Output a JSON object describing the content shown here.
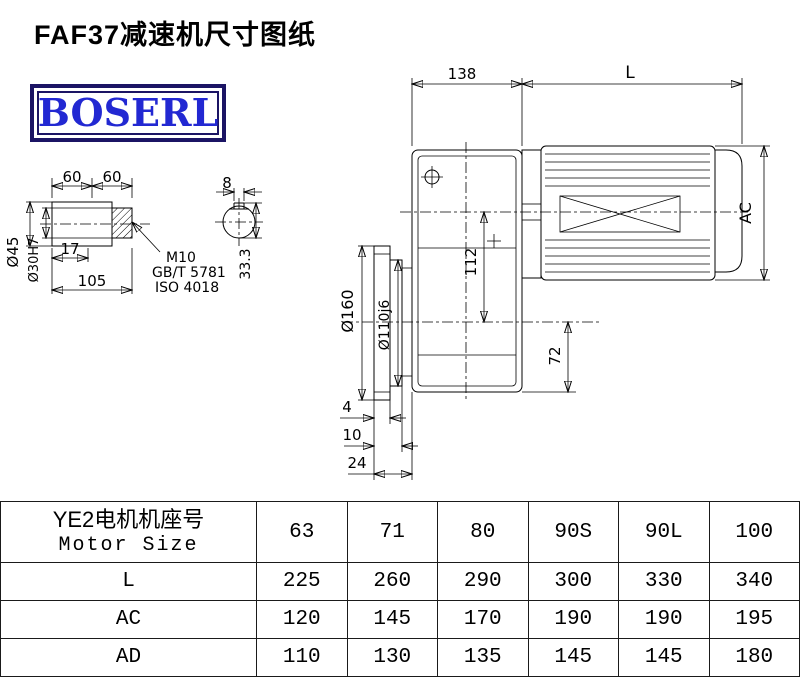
{
  "page": {
    "title": "FAF37减速机尺寸图纸",
    "brand": "BOSERL"
  },
  "drawing": {
    "top": {
      "d138": "138",
      "L": "L",
      "AC": "AC"
    },
    "main": {
      "d112": "112",
      "d72": "72",
      "d160": "Ø160",
      "d110": "Ø110j6",
      "d4": "4",
      "d10": "10",
      "d24": "24"
    },
    "shaft": {
      "d60a": "60",
      "d60b": "60",
      "d17": "17",
      "d105": "105",
      "d45": "Ø45",
      "d30": "Ø30H7",
      "m10": "M10",
      "gb": "GB/T 5781",
      "iso": "ISO 4018"
    },
    "bore": {
      "d8": "8",
      "d333": "33.3"
    }
  },
  "table": {
    "header": {
      "cn": "YE2电机机座号",
      "en": "Motor Size"
    },
    "columns": [
      "63",
      "71",
      "80",
      "90S",
      "90L",
      "100"
    ],
    "rows": [
      {
        "label": "L",
        "values": [
          "225",
          "260",
          "290",
          "300",
          "330",
          "340"
        ]
      },
      {
        "label": "AC",
        "values": [
          "120",
          "145",
          "170",
          "190",
          "190",
          "195"
        ]
      },
      {
        "label": "AD",
        "values": [
          "110",
          "130",
          "135",
          "145",
          "145",
          "180"
        ]
      }
    ]
  }
}
